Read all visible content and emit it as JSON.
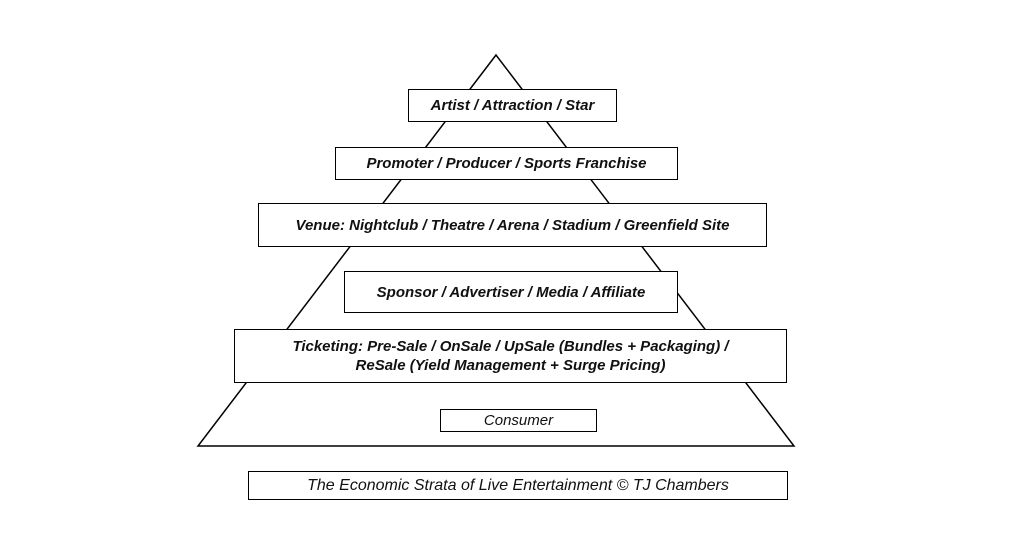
{
  "pyramid": {
    "tiers": [
      {
        "label": "Artist / Attraction / Star"
      },
      {
        "label": "Promoter / Producer / Sports Franchise"
      },
      {
        "label": "Venue: Nightclub / Theatre / Arena / Stadium / Greenfield Site"
      },
      {
        "label": "Sponsor / Advertiser / Media / Affiliate"
      },
      {
        "label_line1": "Ticketing: Pre-Sale / OnSale / UpSale (Bundles + Packaging) /",
        "label_line2": "ReSale (Yield Management + Surge Pricing)"
      },
      {
        "label": "Consumer"
      }
    ]
  },
  "caption": "The Economic Strata of Live Entertainment © TJ Chambers"
}
